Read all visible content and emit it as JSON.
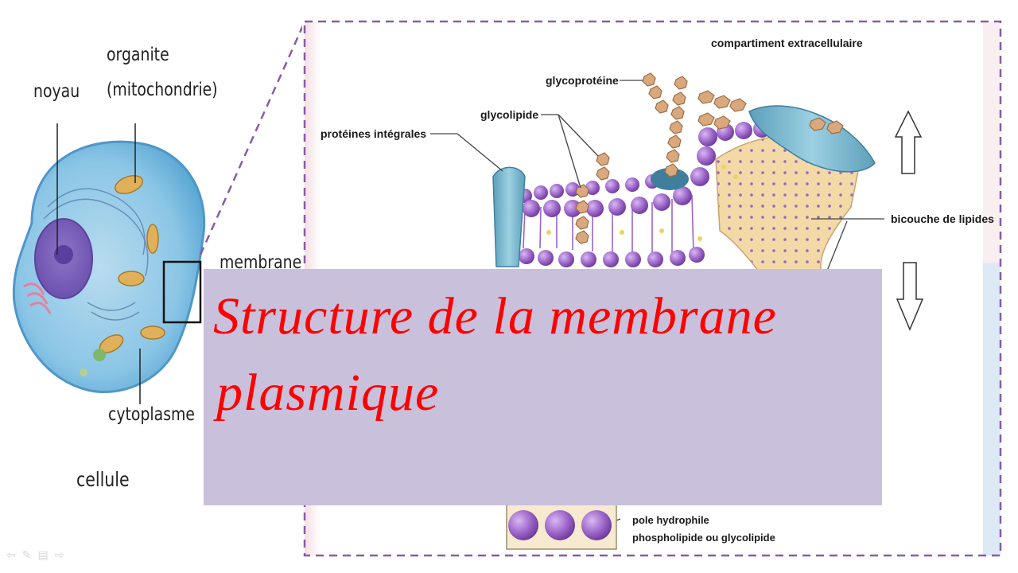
{
  "cell": {
    "labels": {
      "noyau": "noyau",
      "organite_line1": "organite",
      "organite_line2": "(mitochondrie)",
      "membrane": "membrane",
      "cytoplasme": "cytoplasme",
      "cellule": "cellule"
    }
  },
  "membrane_diagram": {
    "labels": {
      "compartiment": "compartiment extracellulaire",
      "glycoproteine": "glycoprotéine",
      "glycolipide": "glycolipide",
      "proteines": "protéines intégrales",
      "bicouche": "bicouche de lipides",
      "pole_line1": "pole hydrophile",
      "pole_line2": "phospholipide ou glycolipide"
    }
  },
  "title": {
    "line1": "Structure de la membrane",
    "line2": " plasmique"
  },
  "nav": {
    "icons": [
      "prev-arrow-icon",
      "pen-icon",
      "menu-icon",
      "next-arrow-icon"
    ]
  },
  "colors": {
    "title": "#ff0000",
    "overlay": "#c9c0dc",
    "lipid_head": "#9b64c8",
    "protein": "#7ab4cc"
  }
}
